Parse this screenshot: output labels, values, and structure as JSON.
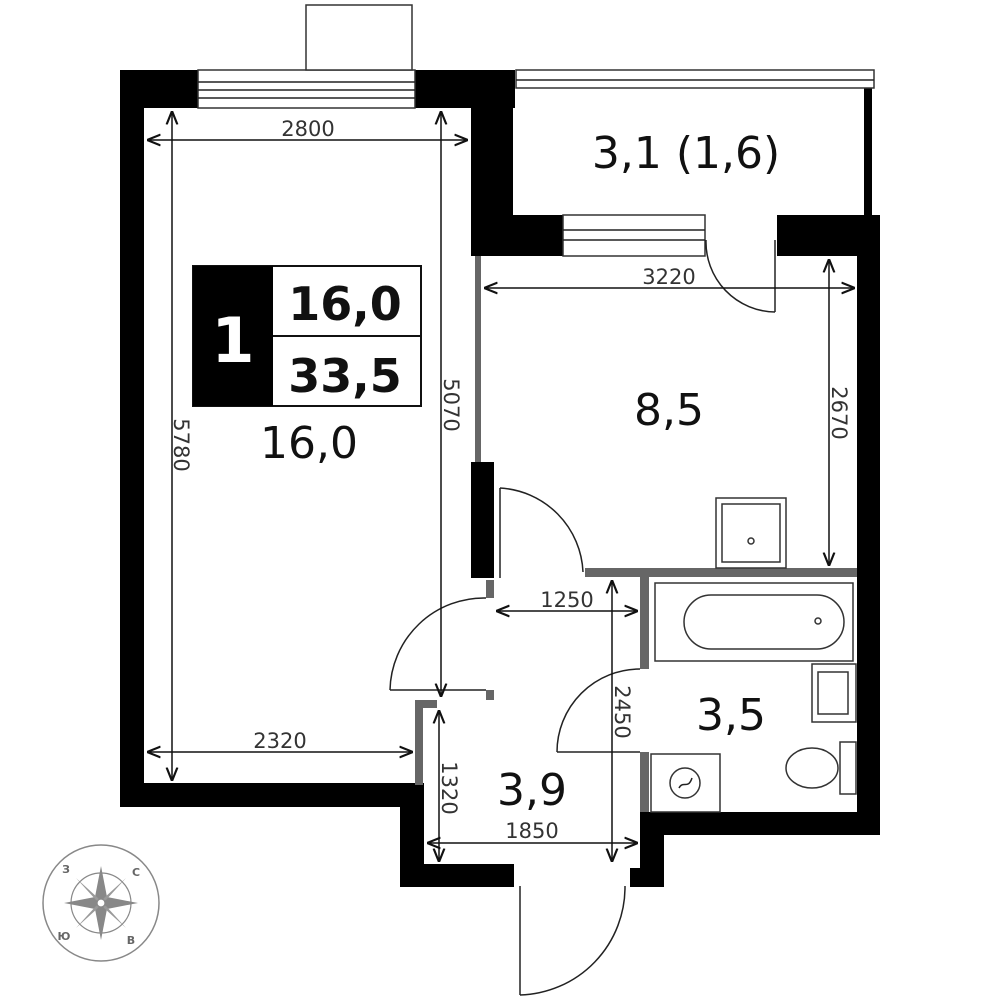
{
  "apartment": {
    "rooms_count": "1",
    "living_area": "16,0",
    "total_area": "33,5"
  },
  "rooms": {
    "living_room": "16,0",
    "kitchen": "8,5",
    "balcony": "3,1 (1,6)",
    "bathroom": "3,5",
    "hallway": "3,9"
  },
  "dimensions": {
    "living_width_top": "2800",
    "living_width_bottom": "2320",
    "living_length": "5780",
    "living_inner_length": "5070",
    "kitchen_width": "3220",
    "kitchen_length": "2670",
    "hall_corridor_width": "1250",
    "bath_height": "2450",
    "hall_height": "1320",
    "hall_width": "1850"
  },
  "compass": {
    "north": "С",
    "south": "Ю",
    "west": "З",
    "east": "В"
  },
  "colors": {
    "wall": "#000000",
    "partition": "#666666",
    "line": "#222222"
  }
}
